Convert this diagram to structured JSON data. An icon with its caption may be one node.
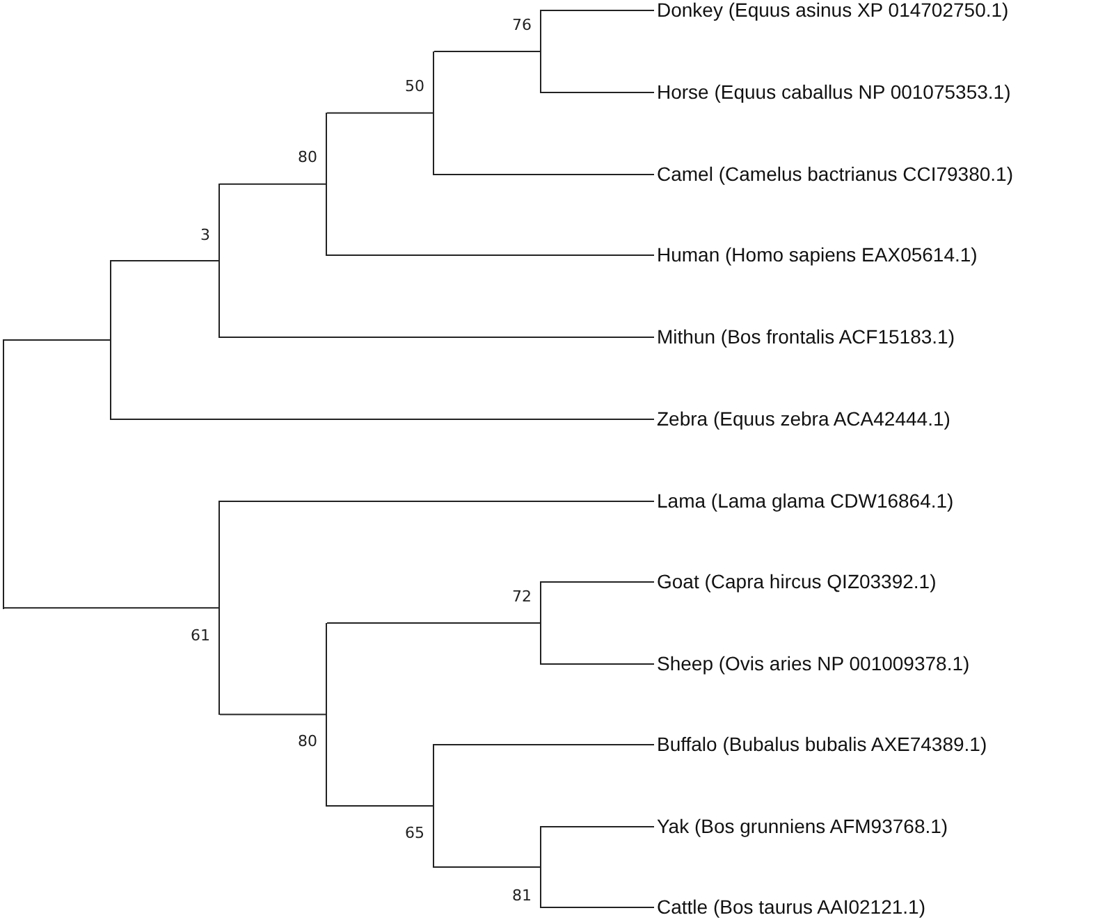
{
  "diagram": {
    "nodes": [
      {
        "text": [
          "Donkey (Equus asinus XP 014702750.1)"
        ]
      },
      {
        "text": [
          "Horse (Equus caballus NP 001075353.1)"
        ]
      },
      {
        "text": [
          "Camel (Camelus bactrianus CCI79380.1)"
        ]
      },
      {
        "text": [
          "Human (Homo sapiens EAX05614.1)"
        ]
      },
      {
        "text": [
          "Mithun (Bos frontalis ACF15183.1)"
        ]
      },
      {
        "text": [
          "Zebra (Equus zebra ACA42444.1)"
        ]
      },
      {
        "text": [
          "Lama (Lama glama CDW16864.1)"
        ]
      },
      {
        "text": [
          "Goat (Capra hircus QIZ03392.1)"
        ]
      },
      {
        "text": [
          "Sheep (Ovis aries NP 001009378.1)"
        ]
      },
      {
        "text": [
          "Buffalo (Bubalus bubalis AXE74389.1)"
        ]
      },
      {
        "text": [
          "Yak (Bos grunniens AFM93768.1)"
        ]
      },
      {
        "text": [
          "Cattle (Bos taurus AAI02121.1)"
        ]
      },
      {
        "text": [],
        "shape": "bar"
      },
      {
        "text": [],
        "shape": "bar"
      },
      {
        "text": [],
        "shape": "bar",
        "beside": [
          "3"
        ]
      },
      {
        "text": [],
        "shape": "bar",
        "beside": [
          "80"
        ]
      },
      {
        "text": [],
        "shape": "bar",
        "beside": [
          "50"
        ]
      },
      {
        "text": [],
        "shape": "bar",
        "beside": [
          "76"
        ]
      },
      {
        "text": [],
        "shape": "bar",
        "beside": [
          "61"
        ]
      },
      {
        "text": [],
        "shape": "bar",
        "beside": [
          "80"
        ]
      },
      {
        "text": [],
        "shape": "bar",
        "beside": [
          "72"
        ]
      },
      {
        "text": [],
        "shape": "bar",
        "beside": [
          "65"
        ]
      },
      {
        "text": [],
        "shape": "bar",
        "beside": [
          "81"
        ]
      }
    ],
    "edges": [
      {
        "from": 12,
        "to": 13,
        "arrow": "none"
      },
      {
        "from": 12,
        "to": 18,
        "arrow": "none"
      },
      {
        "from": 13,
        "to": 14,
        "arrow": "none"
      },
      {
        "from": 13,
        "to": 5,
        "arrow": "none"
      },
      {
        "from": 14,
        "to": 15,
        "arrow": "none"
      },
      {
        "from": 14,
        "to": 4,
        "arrow": "none"
      },
      {
        "from": 15,
        "to": 16,
        "arrow": "none"
      },
      {
        "from": 15,
        "to": 3,
        "arrow": "none"
      },
      {
        "from": 16,
        "to": 17,
        "arrow": "none"
      },
      {
        "from": 16,
        "to": 2,
        "arrow": "none"
      },
      {
        "from": 17,
        "to": 0,
        "arrow": "none"
      },
      {
        "from": 17,
        "to": 1,
        "arrow": "none"
      },
      {
        "from": 18,
        "to": 6,
        "arrow": "none"
      },
      {
        "from": 18,
        "to": 19,
        "arrow": "none"
      },
      {
        "from": 19,
        "to": 20,
        "arrow": "none"
      },
      {
        "from": 19,
        "to": 21,
        "arrow": "none"
      },
      {
        "from": 20,
        "to": 7,
        "arrow": "none"
      },
      {
        "from": 20,
        "to": 8,
        "arrow": "none"
      },
      {
        "from": 21,
        "to": 9,
        "arrow": "none"
      },
      {
        "from": 21,
        "to": 22,
        "arrow": "none"
      },
      {
        "from": 22,
        "to": 10,
        "arrow": "none"
      },
      {
        "from": 22,
        "to": 11,
        "arrow": "none"
      }
    ]
  }
}
